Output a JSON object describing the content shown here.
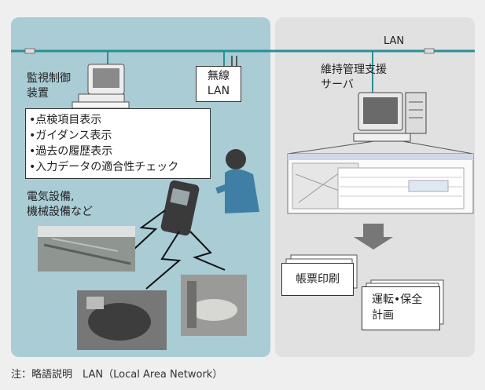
{
  "diagram": {
    "lan_label": "LAN",
    "monitor_label": [
      "監視制御",
      "装置"
    ],
    "wireless_label": [
      "無線",
      "LAN"
    ],
    "server_label": [
      "維持管理支援",
      "サーバ"
    ],
    "features": [
      "•点検項目表示",
      "•ガイダンス表示",
      "•過去の履歴表示",
      "•入力データの適合性チェック"
    ],
    "equipment_label": [
      "電気設備,",
      "機械設備など"
    ],
    "report_label": "帳票印刷",
    "plan_label": [
      "運転•保全",
      "計画"
    ],
    "footnote": "注：略語説明　LAN（Local Area Network）"
  },
  "colors": {
    "left_panel": "#a9ccd5",
    "right_panel": "#e1e1e1",
    "lan_line": "#2a8f95"
  }
}
